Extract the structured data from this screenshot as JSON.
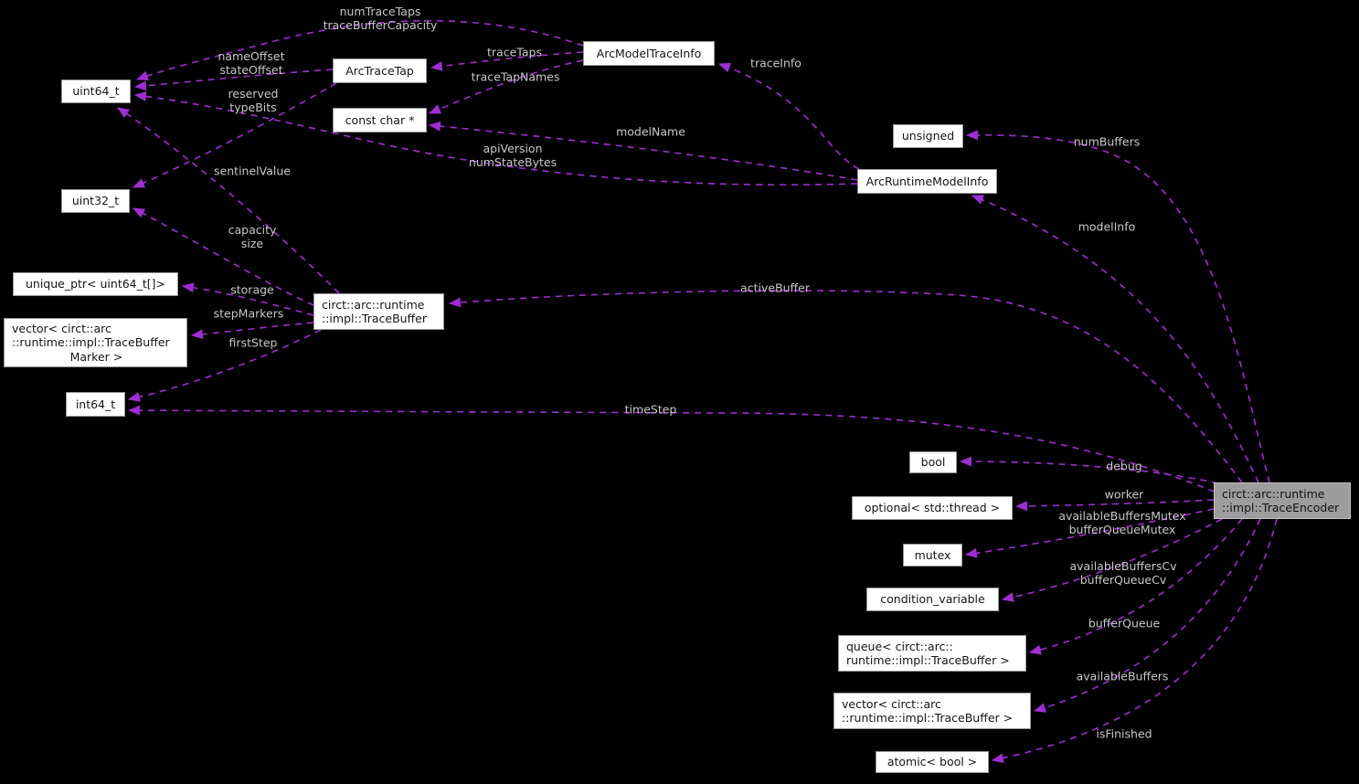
{
  "diagram": {
    "type": "doxygen-collaboration-graph",
    "current_node": "circt::arc::runtime::impl::TraceEncoder",
    "colors": {
      "background": "#000000",
      "edge": "#A22CD4",
      "edge_label": "#c7c7c7",
      "node_bg": "#ffffff",
      "node_border": "#969696",
      "node_text": "#151515",
      "current_node_bg": "#9d9d9d"
    },
    "nodes": {
      "uint64": "uint64_t",
      "arcTraceTap": "ArcTraceTap",
      "constChar": "const char *",
      "arcModelTraceInfo": "ArcModelTraceInfo",
      "unsignedT": "unsigned",
      "arcRuntimeModelInfo": "ArcRuntimeModelInfo",
      "uint32": "uint32_t",
      "uniquePtr": "unique_ptr< uint64_t[]>",
      "vectorMarker": "vector< circt::arc\n::runtime::impl::TraceBuffer\n                Marker >",
      "traceBuffer": "circt::arc::runtime\n::impl::TraceBuffer",
      "int64": "int64_t",
      "boolT": "bool",
      "optionalThread": "optional< std::thread >",
      "mutexT": "mutex",
      "conditionVariable": "condition_variable",
      "queueTraceBuffer": "queue< circt::arc::\nruntime::impl::TraceBuffer >",
      "vectorTraceBuffer": "vector< circt::arc\n::runtime::impl::TraceBuffer >",
      "atomicBool": "atomic< bool >",
      "traceEncoder": "circt::arc::runtime\n::impl::TraceEncoder"
    },
    "edge_labels": {
      "numTraceTaps": "numTraceTaps\ntraceBufferCapacity",
      "traceTaps": "traceTaps",
      "traceTapNames": "traceTapNames",
      "nameOffset": "nameOffset\nstateOffset",
      "reserved": "reserved\ntypeBits",
      "traceInfo": "traceInfo",
      "modelName": "modelName",
      "apiVersion": "apiVersion\nnumStateBytes",
      "sentinelValue": "sentinelValue",
      "capacity": "capacity\nsize",
      "storage": "storage",
      "stepMarkers": "stepMarkers",
      "firstStep": "firstStep",
      "numBuffers": "numBuffers",
      "modelInfo": "modelInfo",
      "activeBuffer": "activeBuffer",
      "timeStep": "timeStep",
      "debug": "debug",
      "worker": "worker",
      "mutexes": "availableBuffersMutex\nbufferQueueMutex",
      "cvs": "availableBuffersCv\nbufferQueueCv",
      "bufferQueue": "bufferQueue",
      "availableBuffers": "availableBuffers",
      "isFinished": "isFinished"
    }
  }
}
